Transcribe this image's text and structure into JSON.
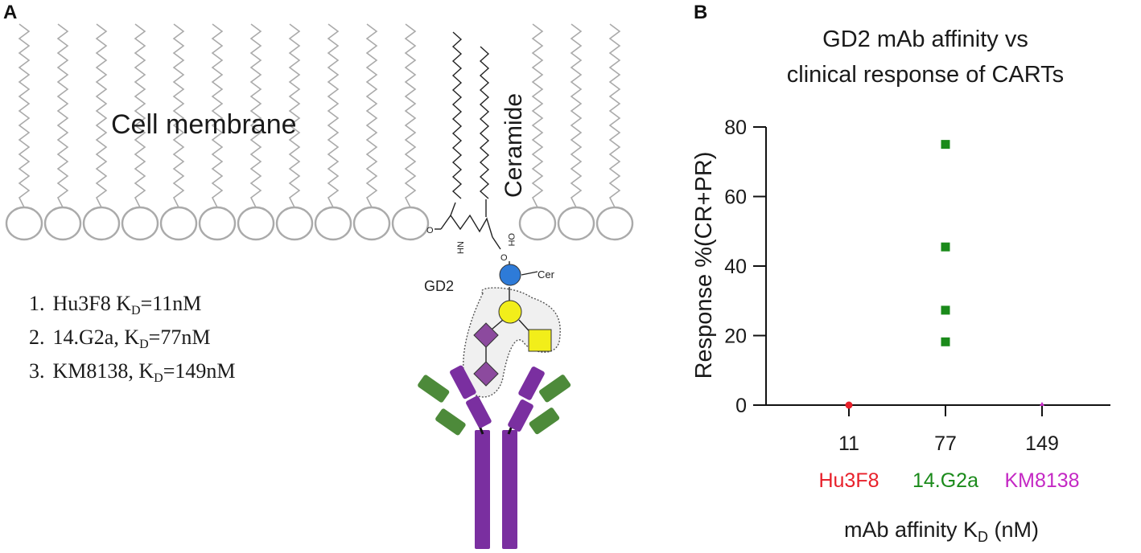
{
  "panel_a": {
    "letter": "A",
    "membrane_label": "Cell membrane",
    "ceramide_label": "Ceramide",
    "gd2_label": "GD2",
    "cer_label": "Cer",
    "hn_label": "HN",
    "oh_label": "OH",
    "o_label": "O",
    "antibodies": [
      {
        "num": "1.",
        "name": "Hu3F8 K",
        "sub": "D",
        "val": "=11nM"
      },
      {
        "num": "2.",
        "name": "14.G2a, K",
        "sub": "D",
        "val": "=77nM"
      },
      {
        "num": "3.",
        "name": "KM8138, K",
        "sub": "D",
        "val": "=149nM"
      }
    ],
    "colors": {
      "sialic": "#2e7bd8",
      "galactose": "#f2ee1a",
      "neuraminic": "#8c4a9e",
      "antibody": "#7a2fa0",
      "light_chain": "#4d8a3a",
      "lipid": "#aaaaaa"
    }
  },
  "chart_data": {
    "type": "scatter",
    "letter": "B",
    "title_line1": "GD2 mAb affinity vs",
    "title_line2": "clinical response of CARTs",
    "ylabel": "Response %(CR+PR)",
    "xlabel_main": "mAb affinity K",
    "xlabel_sub": "D",
    "xlabel_unit": " (nM)",
    "ylim": [
      0,
      80
    ],
    "yticks": [
      "0",
      "20",
      "40",
      "60",
      "80"
    ],
    "categories": [
      "11",
      "77",
      "149"
    ],
    "category_names": [
      "Hu3F8",
      "14.G2a",
      "KM8138"
    ],
    "category_colors": [
      "#e8202a",
      "#1a8a1a",
      "#c428c4"
    ],
    "series": [
      {
        "category": "11",
        "values": [
          0
        ],
        "color": "#e8202a",
        "marker": "circle"
      },
      {
        "category": "77",
        "values": [
          75,
          45.5,
          27.3,
          18.2
        ],
        "color": "#1a8a1a",
        "marker": "square"
      },
      {
        "category": "149",
        "values": [
          0
        ],
        "color": "#c428c4",
        "marker": "triangle"
      }
    ]
  }
}
